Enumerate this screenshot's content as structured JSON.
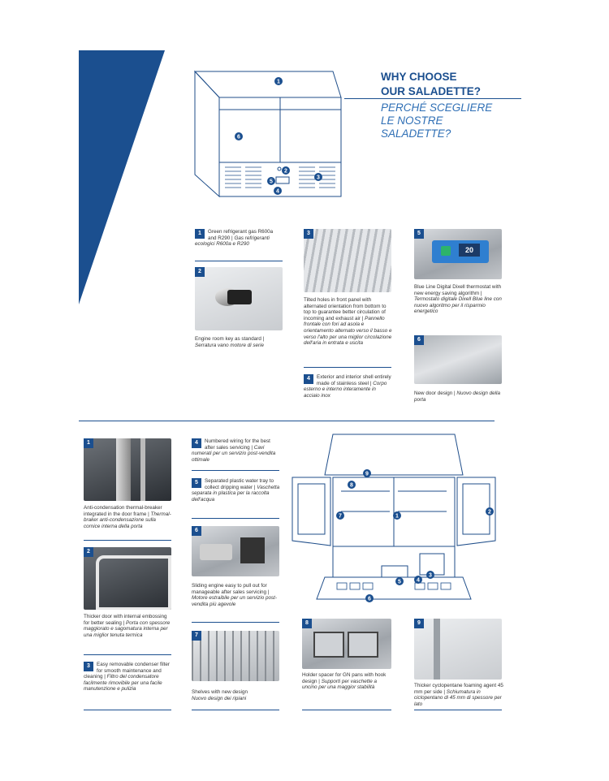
{
  "heading": {
    "title_en_line1": "WHY CHOOSE",
    "title_en_line2": "OUR SALADETTE?",
    "title_it_line1": "PERCHÉ SCEGLIERE",
    "title_it_line2": "LE NOSTRE",
    "title_it_line3": "SALADETTE?"
  },
  "colors": {
    "brand_blue": "#1b4f8f",
    "accent_blue": "#2f6fb5"
  },
  "top_diagram_labels": [
    "1",
    "2",
    "3",
    "4",
    "5",
    "6"
  ],
  "top_features": [
    {
      "num": "1",
      "en": "Green refrigerant gas R600a and R290 |",
      "it": "Gas refrigeranti ecologici R600a e R290"
    },
    {
      "num": "2",
      "en": "Engine room key as standard |",
      "it": "Serratura vano motore di serie"
    },
    {
      "num": "3",
      "en": "Tilted holes in front panel with alternated orientation from bottom to top to guarantee better circulation of incoming and exhaust air |",
      "it": "Pannello frontale con fori ad asola e orientamento alternato verso il basso e verso l'alto per una miglior circolazione dell'aria in entrata e uscita"
    },
    {
      "num": "4",
      "en": "Exterior and interior shell entirely made of stainless steel |",
      "it": "Corpo esterno e interno interamente in acciaio inox"
    },
    {
      "num": "5",
      "en": "Blue Line Digital Dixell thermostat with new energy saving algorithm |",
      "it": "Termostato digitale Dixell Blue line con nuovo algoritmo per il risparmio energetico",
      "display": "20"
    },
    {
      "num": "6",
      "en": "New door design |",
      "it": "Nuovo design della porta"
    }
  ],
  "bottom_diagram_labels": [
    "1",
    "2",
    "3",
    "4",
    "5",
    "6",
    "7",
    "8",
    "9"
  ],
  "bottom_features": [
    {
      "num": "1",
      "en": "Anti-condensation thermal-breaker integrated in the door frame |",
      "it": "Thermal-braker anti-condensazione sulla cornice interna della porta"
    },
    {
      "num": "2",
      "en": "Thicker door with internal embossing for better sealing |",
      "it": "Porta con spessore maggiorato e sagomatura interna per una miglior tenuta termica"
    },
    {
      "num": "3",
      "en": "Easy removable condenser filter for smooth maintenance and cleaning |",
      "it": "Filtro del condensatore facilmente rimovibile per una facile manutenzione e pulizia"
    },
    {
      "num": "4",
      "en": "Numbered wiring for the best after sales servicing |",
      "it": "Cavi numerati per un servizio post-vendita ottimale"
    },
    {
      "num": "5",
      "en": "Separated plastic water tray to collect dripping water |",
      "it": "Vaschetta separata in plastica per la raccolta dell'acqua"
    },
    {
      "num": "6",
      "en": "Sliding engine easy to pull out for manageable after sales servicing |",
      "it": "Motore estraibile per un servizio post-vendita più agevole"
    },
    {
      "num": "7",
      "en": "Shelves with new design",
      "it": "Nuovo design dei ripiani"
    },
    {
      "num": "8",
      "en": "Holder spacer for GN pans with hook design |",
      "it": "Supporti per vaschette a uncino per una maggior stabilità"
    },
    {
      "num": "9",
      "en": "Thicker cyclopentane foaming agent 45 mm per side |",
      "it": "Schiumatura in ciclopentano di 45 mm di spessore per lato"
    }
  ]
}
